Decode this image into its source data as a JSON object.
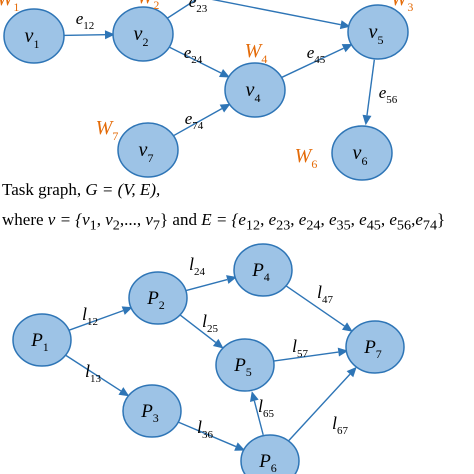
{
  "task_graph": {
    "nodes": [
      {
        "id": "v1",
        "sym": "v",
        "sub": "1"
      },
      {
        "id": "v2",
        "sym": "v",
        "sub": "2"
      },
      {
        "id": "v4",
        "sym": "v",
        "sub": "4"
      },
      {
        "id": "v5",
        "sym": "v",
        "sub": "5"
      },
      {
        "id": "v6",
        "sym": "v",
        "sub": "6"
      },
      {
        "id": "v7",
        "sym": "v",
        "sub": "7"
      }
    ],
    "edges": [
      {
        "from": "v1",
        "to": "v2",
        "sym": "e",
        "sub": "12"
      },
      {
        "from": "v2",
        "to": "top",
        "sym": "e",
        "sub": "23"
      },
      {
        "from": "v2",
        "to": "v4",
        "sym": "e",
        "sub": "24"
      },
      {
        "from": "top",
        "to": "v5",
        "sym": "",
        "sub": ""
      },
      {
        "from": "v4",
        "to": "v5",
        "sym": "e",
        "sub": "45"
      },
      {
        "from": "v5",
        "to": "v6",
        "sym": "e",
        "sub": "56"
      },
      {
        "from": "v7",
        "to": "v4",
        "sym": "e",
        "sub": "74"
      }
    ],
    "weights": [
      {
        "sym": "W",
        "sub": "1"
      },
      {
        "sym": "W",
        "sub": "2"
      },
      {
        "sym": "W",
        "sub": "3"
      },
      {
        "sym": "W",
        "sub": "4"
      },
      {
        "sym": "W",
        "sub": "6"
      },
      {
        "sym": "W",
        "sub": "7"
      }
    ]
  },
  "caption": {
    "line1_prefix": "Task graph, ",
    "line1_formula": "G = (V, E),",
    "line2_where": "where ",
    "line2_v": "v = {v",
    "line2_v_subs": [
      "1",
      "2",
      "7"
    ],
    "line2_and": " and ",
    "line2_e": "E = {e",
    "line2_e_subs": [
      "12",
      "23",
      "24",
      "35",
      "45",
      "56",
      "74"
    ]
  },
  "processor_graph": {
    "nodes": [
      {
        "id": "P1",
        "sym": "P",
        "sub": "1"
      },
      {
        "id": "P2",
        "sym": "P",
        "sub": "2"
      },
      {
        "id": "P3",
        "sym": "P",
        "sub": "3"
      },
      {
        "id": "P4",
        "sym": "P",
        "sub": "4"
      },
      {
        "id": "P5",
        "sym": "P",
        "sub": "5"
      },
      {
        "id": "P6",
        "sym": "P",
        "sub": "6"
      },
      {
        "id": "P7",
        "sym": "P",
        "sub": "7"
      }
    ],
    "edges": [
      {
        "from": "P1",
        "to": "P2",
        "sym": "l",
        "sub": "12"
      },
      {
        "from": "P1",
        "to": "P3",
        "sym": "l",
        "sub": "13"
      },
      {
        "from": "P2",
        "to": "P4",
        "sym": "l",
        "sub": "24"
      },
      {
        "from": "P2",
        "to": "P5",
        "sym": "l",
        "sub": "25"
      },
      {
        "from": "P3",
        "to": "P6",
        "sym": "l",
        "sub": "36"
      },
      {
        "from": "P4",
        "to": "P7",
        "sym": "l",
        "sub": "47"
      },
      {
        "from": "P5",
        "to": "P7",
        "sym": "l",
        "sub": "57"
      },
      {
        "from": "P6",
        "to": "P5",
        "sym": "l",
        "sub": "65"
      },
      {
        "from": "P6",
        "to": "P7",
        "sym": "l",
        "sub": "67"
      }
    ]
  },
  "colors": {
    "node_fill": "#9dc3e6",
    "node_stroke": "#2e75b6",
    "edge": "#2e75b6",
    "weight_text": "#e46c0a",
    "text": "#000000"
  }
}
